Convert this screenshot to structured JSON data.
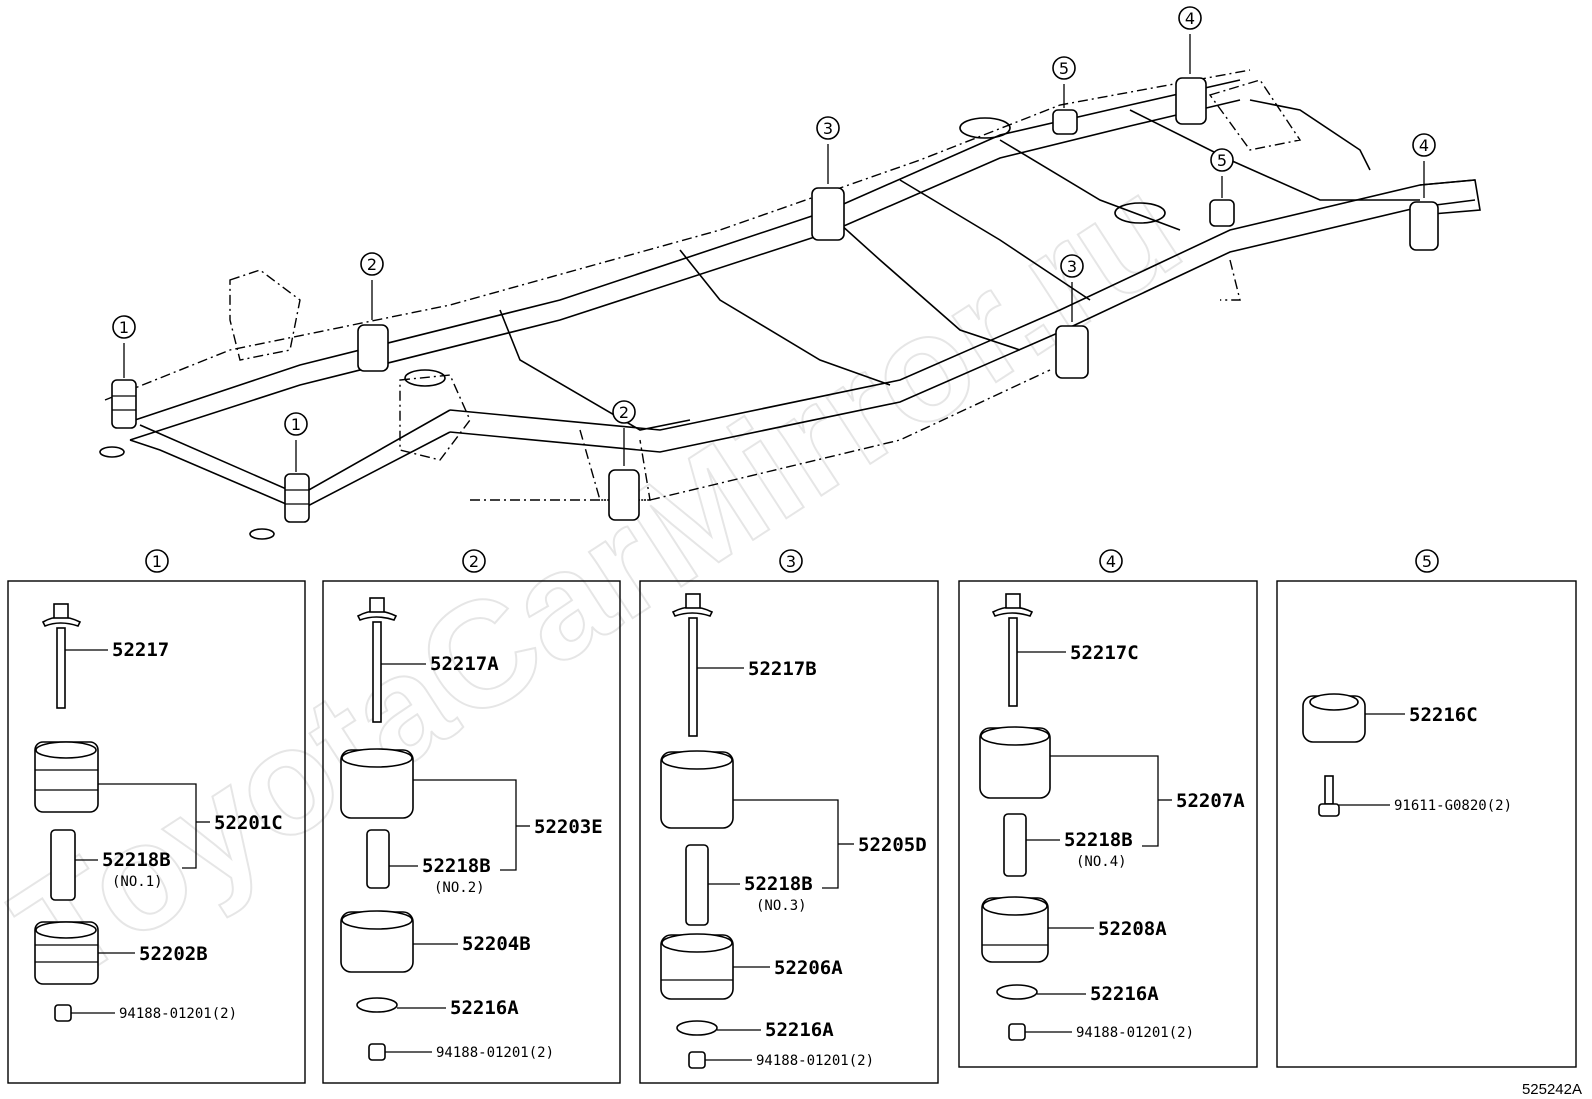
{
  "watermark": "ToyotaCarMirror.ru",
  "figure_ref": "525242A",
  "frame": {
    "callouts": [
      "1",
      "1",
      "2",
      "2",
      "3",
      "3",
      "4",
      "4",
      "5",
      "5"
    ]
  },
  "panels": [
    {
      "number": "1",
      "parts": [
        {
          "part_no": "52217"
        },
        {
          "part_no": "52201C"
        },
        {
          "part_no": "52218B",
          "note": "(NO.1)"
        },
        {
          "part_no": "52202B"
        },
        {
          "part_no": "94188-01201(2)"
        }
      ]
    },
    {
      "number": "2",
      "parts": [
        {
          "part_no": "52217A"
        },
        {
          "part_no": "52203E"
        },
        {
          "part_no": "52218B",
          "note": "(NO.2)"
        },
        {
          "part_no": "52204B"
        },
        {
          "part_no": "52216A"
        },
        {
          "part_no": "94188-01201(2)"
        }
      ]
    },
    {
      "number": "3",
      "parts": [
        {
          "part_no": "52217B"
        },
        {
          "part_no": "52205D"
        },
        {
          "part_no": "52218B",
          "note": "(NO.3)"
        },
        {
          "part_no": "52206A"
        },
        {
          "part_no": "52216A"
        },
        {
          "part_no": "94188-01201(2)"
        }
      ]
    },
    {
      "number": "4",
      "parts": [
        {
          "part_no": "52217C"
        },
        {
          "part_no": "52207A"
        },
        {
          "part_no": "52218B",
          "note": "(NO.4)"
        },
        {
          "part_no": "52208A"
        },
        {
          "part_no": "52216A"
        },
        {
          "part_no": "94188-01201(2)"
        }
      ]
    },
    {
      "number": "5",
      "parts": [
        {
          "part_no": "52216C"
        },
        {
          "part_no": "91611-G0820(2)"
        }
      ]
    }
  ]
}
